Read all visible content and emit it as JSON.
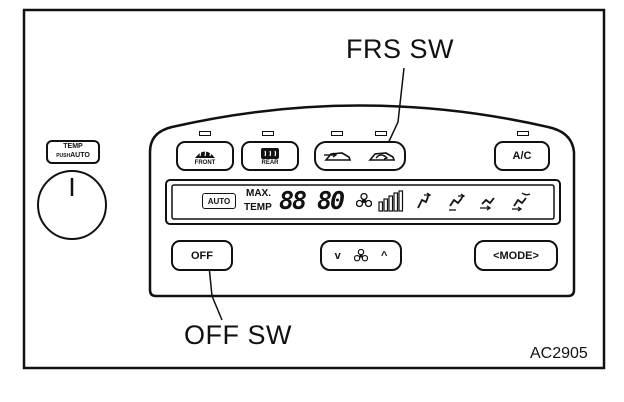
{
  "callouts": {
    "frs_sw": "FRS SW",
    "off_sw": "OFF SW",
    "figure_code": "AC2905"
  },
  "knob_panel": {
    "temp_label": "TEMP",
    "push_label": "PUSH",
    "auto_label": "AUTO"
  },
  "buttons": {
    "front_label": "FRONT",
    "rear_label": "REAR",
    "ac_label": "A/C",
    "off_label": "OFF",
    "fan_down": "v",
    "fan_up": "^",
    "mode_label": "<MODE>"
  },
  "display": {
    "auto_indicator": "AUTO",
    "max_label": "MAX.",
    "temp_label": "TEMP",
    "digits_left": "88",
    "digits_right": "80"
  },
  "icons": [
    "defroster-icon",
    "rear-defogger-icon",
    "fresh-air-icon",
    "recirculation-icon",
    "fan-icon",
    "fan-level-bars-icon",
    "vent-mode-icons"
  ]
}
